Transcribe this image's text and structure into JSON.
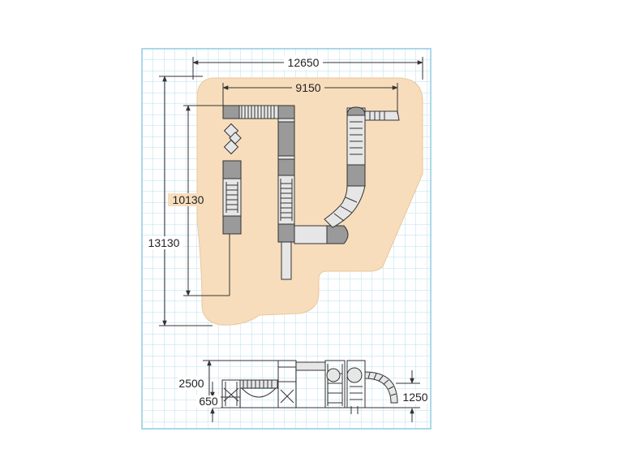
{
  "plan_view": {
    "dimensions": {
      "overall_width": "12650",
      "inner_width": "9150",
      "inner_height": "10130",
      "overall_height": "13130"
    }
  },
  "elevation_view": {
    "dimensions": {
      "total_height": "2500",
      "deck_height": "650",
      "slide_height": "1250"
    }
  },
  "colors": {
    "area_fill": "#f7ddbc",
    "grid_line": "#b9dfee",
    "grid_border": "#8fcbe2"
  }
}
